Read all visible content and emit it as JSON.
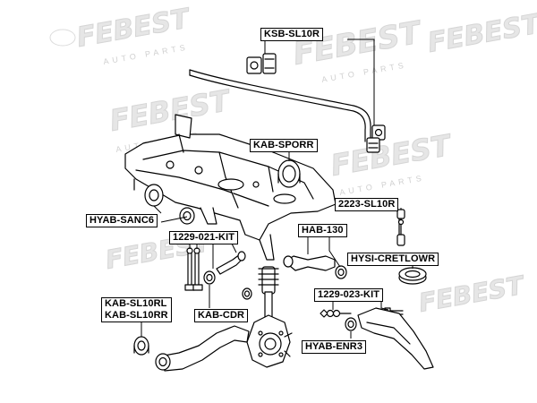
{
  "watermark": {
    "brand": "FEBEST",
    "tagline": "AUTO PARTS"
  },
  "parts": {
    "ksb_sl10r": "KSB-SL10R",
    "kab_sporr": "KAB-SPORR",
    "hyab_sanc6": "HYAB-SANC6",
    "p2223_sl10r": "2223-SL10R",
    "hab_130": "HAB-130",
    "p1229_021_kit": "1229-021-KIT",
    "hysi_cretlowr": "HYSI-CRETLOWR",
    "p1229_023_kit": "1229-023-KIT",
    "kab_sl10rl": "KAB-SL10RL",
    "kab_sl10rr": "KAB-SL10RR",
    "kab_cdr": "KAB-CDR",
    "hyab_enr3": "HYAB-ENR3"
  },
  "colors": {
    "line": "#000000",
    "watermark": "#dedede",
    "background": "#ffffff"
  }
}
